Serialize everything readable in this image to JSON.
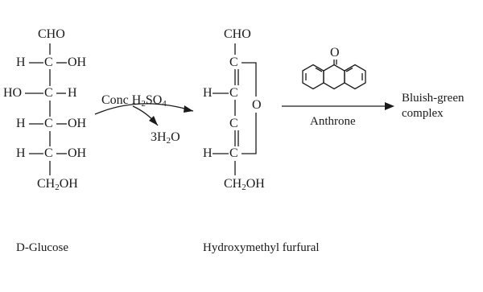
{
  "glucose": {
    "top": "CHO",
    "rows": [
      {
        "left": "H",
        "c": "C",
        "right": "OH"
      },
      {
        "left": "HO",
        "c": "C",
        "right": "H"
      },
      {
        "left": "H",
        "c": "C",
        "right": "OH"
      },
      {
        "left": "H",
        "c": "C",
        "right": "OH"
      }
    ],
    "bottom_main": "CH",
    "bottom_sub": "2",
    "bottom_end": "OH",
    "caption": "D-Glucose"
  },
  "step1": {
    "reagent_main": "Conc H",
    "reagent_sub1": "2",
    "reagent_mid": "SO",
    "reagent_sub2": "4",
    "byproduct_num": "3H",
    "byproduct_sub": "2",
    "byproduct_end": "O"
  },
  "hmf": {
    "top": "CHO",
    "c1": "C",
    "h2": "H",
    "c2": "C",
    "ring_o": "O",
    "c3": "C",
    "h4": "H",
    "c4": "C",
    "bottom_main": "CH",
    "bottom_sub": "2",
    "bottom_end": "OH",
    "caption": "Hydroxymethyl furfural"
  },
  "step2": {
    "anthrone_o": "O",
    "reagent": "Anthrone"
  },
  "product": {
    "line1": "Bluish-green",
    "line2": "complex"
  }
}
